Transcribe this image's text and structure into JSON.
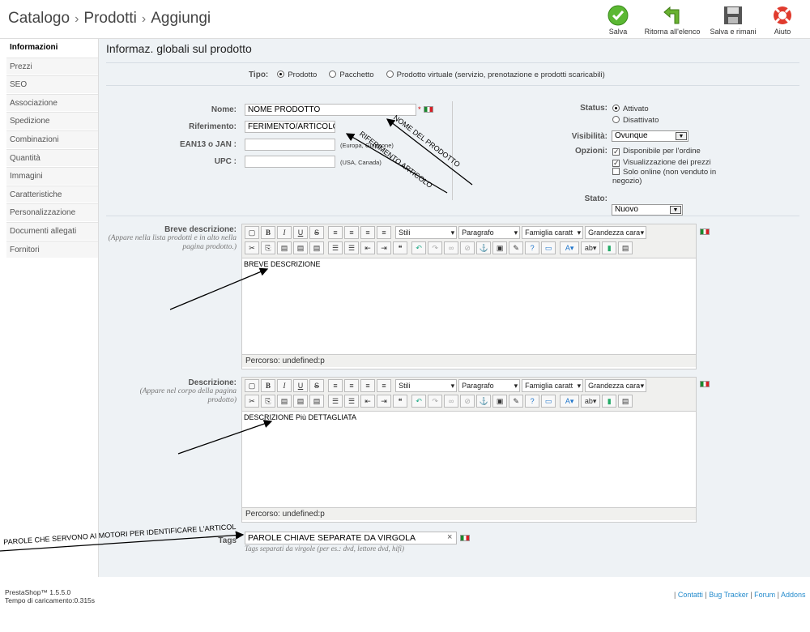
{
  "header": {
    "crumb": [
      "Catalogo",
      "Prodotti",
      "Aggiungi"
    ],
    "sep": "›",
    "toolbar": [
      {
        "label": "Salva",
        "icon": "check-icon"
      },
      {
        "label": "Ritorna all'elenco",
        "icon": "back-arrow-icon"
      },
      {
        "label": "Salva e rimani",
        "icon": "floppy-icon"
      },
      {
        "label": "Aiuto",
        "icon": "lifebuoy-icon"
      }
    ]
  },
  "sidebar": {
    "items": [
      "Informazioni",
      "Prezzi",
      "SEO",
      "Associazione",
      "Spedizione",
      "Combinazioni",
      "Quantità",
      "Immagini",
      "Caratteristiche",
      "Personalizzazione",
      "Documenti allegati",
      "Fornitori"
    ],
    "active": 0
  },
  "main": {
    "title": "Informaz. globali sul prodotto",
    "tipo": {
      "label": "Tipo:",
      "options": [
        "Prodotto",
        "Pacchetto",
        "Prodotto virtuale (servizio, prenotazione e prodotti scaricabili)"
      ],
      "selected": 0
    },
    "nome": {
      "label": "Nome:",
      "value": "NOME PRODOTTO"
    },
    "riferimento": {
      "label": "Riferimento:",
      "value": "FERIMENTO/ARTICOLO"
    },
    "ean": {
      "label": "EAN13 o JAN :",
      "value": "",
      "hint": "(Europa, Giappone)"
    },
    "upc": {
      "label": "UPC :",
      "value": "",
      "hint": "(USA, Canada)"
    },
    "status": {
      "label": "Status:",
      "options": [
        "Attivato",
        "Disattivato"
      ],
      "selected": 0
    },
    "visibilita": {
      "label": "Visibilità:",
      "value": "Ovunque"
    },
    "opzioni": {
      "label": "Opzioni:",
      "items": [
        {
          "text": "Disponibile per l'ordine",
          "checked": true
        },
        {
          "text": "Visualizzazione dei prezzi",
          "checked": true
        },
        {
          "text": "Solo online (non venduto in negozio)",
          "checked": false
        }
      ]
    },
    "stato": {
      "label": "Stato:",
      "value": "Nuovo"
    },
    "breve": {
      "label": "Breve descrizione:",
      "desc": "(Appare nella lista prodotti e in alto nella pagina prodotto.)",
      "content": "BREVE DESCRIZIONE",
      "path": "Percorso: undefined:p"
    },
    "descrizione": {
      "label": "Descrizione:",
      "desc": "(Appare nel corpo della pagina prodotto)",
      "content": "DESCRIZIONE Più DETTAGLIATA",
      "path": "Percorso: undefined:p"
    },
    "editor": {
      "stili": "Stili",
      "paragrafo": "Paragrafo",
      "famiglia": "Famiglia caratt",
      "grandezza": "Grandezza cara"
    },
    "tags": {
      "label": "Tags",
      "value": "PAROLE CHIAVE SEPARATE DA VIRGOLA",
      "hint": "Tags separati da virgole (per es.: dvd, lettore dvd, hifi)"
    }
  },
  "annotations": {
    "nome": "NOME DEL PRODOTTO",
    "rif": "RIFERIMENTO ARTICOLO",
    "tags": "PAROLE CHE SERVONO AI MOTORI  PER IDENTIFICARE L'ARTICOL"
  },
  "footer": {
    "version": "PrestaShop™ 1.5.5.0",
    "time": "Tempo di caricamento:0.315s",
    "links": [
      "Contatti",
      "Bug Tracker",
      "Forum",
      "Addons"
    ]
  }
}
